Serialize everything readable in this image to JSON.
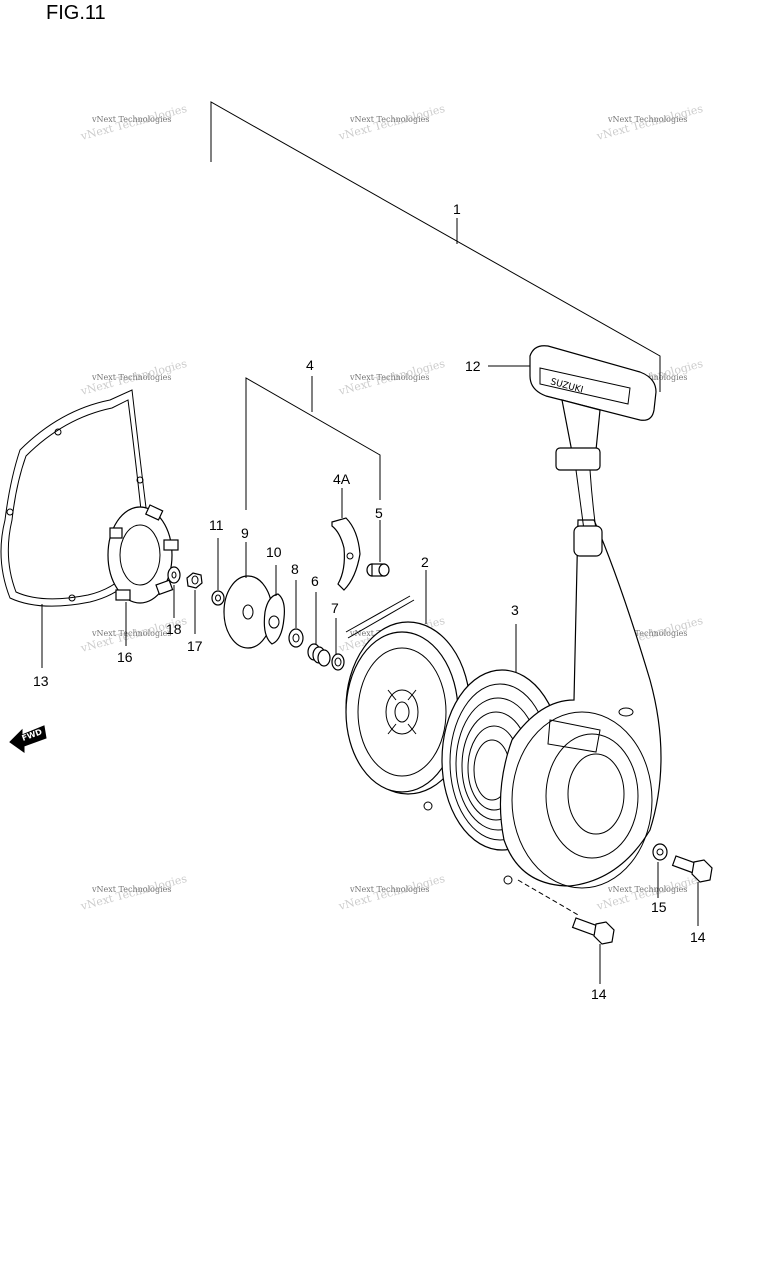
{
  "figure": {
    "title": "FIG.11"
  },
  "watermark": {
    "text": "vNext Technologies"
  },
  "fwd_label": "FWD",
  "callouts": [
    {
      "id": "c1",
      "text": "1"
    },
    {
      "id": "c2",
      "text": "2"
    },
    {
      "id": "c3",
      "text": "3"
    },
    {
      "id": "c4",
      "text": "4"
    },
    {
      "id": "c4a",
      "text": "4A"
    },
    {
      "id": "c5",
      "text": "5"
    },
    {
      "id": "c6",
      "text": "6"
    },
    {
      "id": "c7",
      "text": "7"
    },
    {
      "id": "c8",
      "text": "8"
    },
    {
      "id": "c9",
      "text": "9"
    },
    {
      "id": "c10",
      "text": "10"
    },
    {
      "id": "c11",
      "text": "11"
    },
    {
      "id": "c12",
      "text": "12"
    },
    {
      "id": "c13",
      "text": "13"
    },
    {
      "id": "c14a",
      "text": "14"
    },
    {
      "id": "c14b",
      "text": "14"
    },
    {
      "id": "c15",
      "text": "15"
    },
    {
      "id": "c16",
      "text": "16"
    },
    {
      "id": "c17",
      "text": "17"
    },
    {
      "id": "c18",
      "text": "18"
    }
  ],
  "handle_brand": "SUZUKI"
}
